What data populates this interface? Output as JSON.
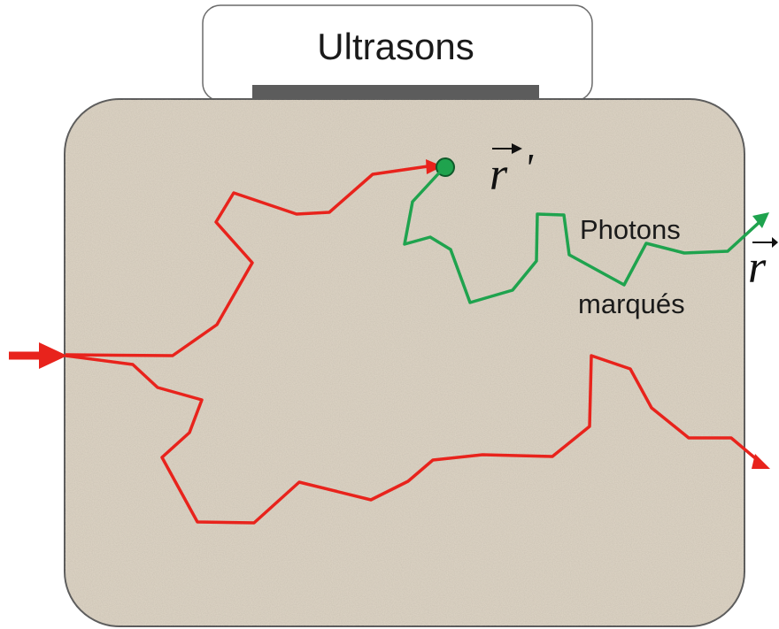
{
  "transducer": {
    "label": "Ultrasons"
  },
  "labels": {
    "marked_photons_line1": "Photons",
    "marked_photons_line2": "marqués",
    "position_marked": "r",
    "position_marked_prime": "'",
    "position_exit": "r"
  },
  "colors": {
    "medium": "#d9d0c1",
    "medium_border": "#5a5a5a",
    "transducer_face": "#5c5c5c",
    "ultrasound_wave": "#1010ff",
    "unmarked_photon_path": "#e8231c",
    "marked_photon_path": "#1fa34e"
  },
  "icons": {
    "input_arrow": "arrow-right-icon",
    "marker_point": "filled-circle-icon"
  }
}
